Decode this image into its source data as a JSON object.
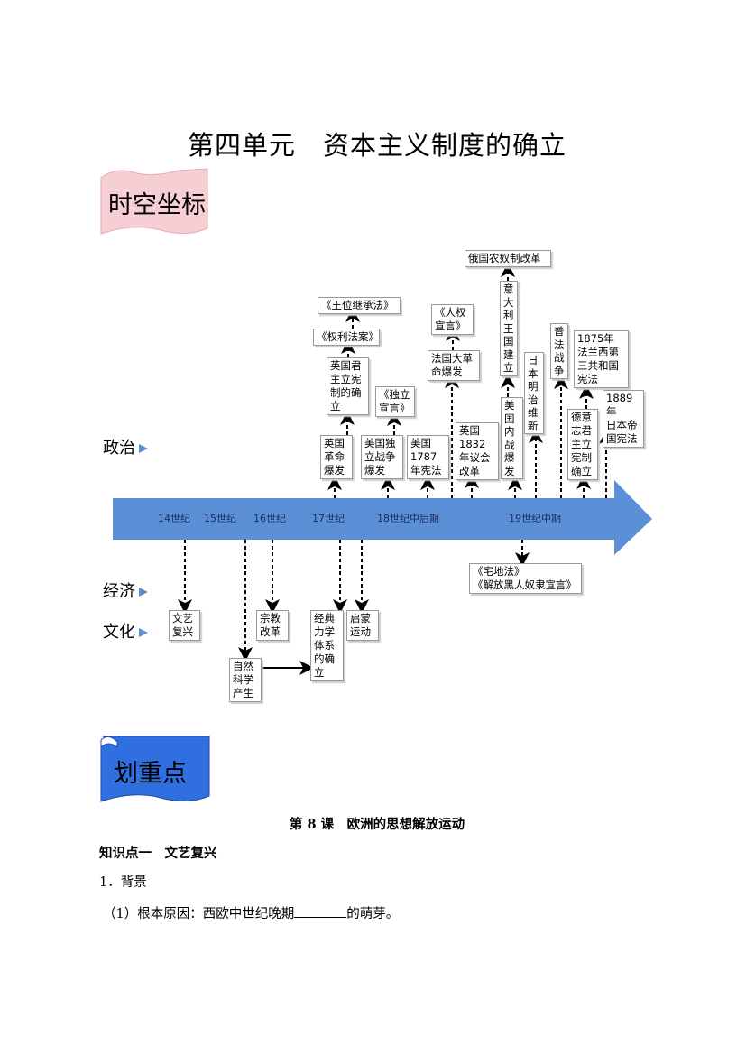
{
  "title": "第四单元　资本主义制度的确立",
  "banner1": "时空坐标",
  "banner2": "划重点",
  "diagram": {
    "side_labels": {
      "politics": "政治",
      "economy": "经济",
      "culture": "文化"
    },
    "timeline": [
      "14世纪",
      "15世纪",
      "16世纪",
      "17世纪",
      "18世纪中后期",
      "19世纪中期"
    ],
    "politics": {
      "succession": "《王位继承法》",
      "bill_of_rights": "《权利法案》",
      "uk_constitutional": "英国君\n主立宪\n制的确\n立",
      "uk_revolution": "英国\n革命\n爆发",
      "declaration_independence": "《独立\n宣言》",
      "us_independence_war": "美国独\n立战争\n爆发",
      "us_1787": "美国\n1787\n年宪法",
      "rights_of_man": "《人权\n宣言》",
      "french_revolution": "法国大革\n命爆发",
      "uk_1832": "英国\n1832\n年议会\n改革",
      "russia_serfdom": "俄国农奴制改革",
      "italy": "意\n大\n利\n王\n国\n建\n立",
      "us_civil_war": "美\n国\n内\n战\n爆\n发",
      "meiji": "日\n本\n明\n治\n维\n新",
      "franco_prussian": "普\n法\n战\n争",
      "france_1875": "1875年\n法兰西第\n三共和国\n宪法",
      "germany": "德意\n志君\n主立\n宪制\n确立",
      "japan_1889": "1889年\n日本帝\n国宪法"
    },
    "economy": {
      "homestead": "《宅地法》\n《解放黑人奴隶宣言》"
    },
    "culture": {
      "renaissance": "文艺\n复兴",
      "reformation": "宗教\n改革",
      "natural_science": "自然\n科学\n产生",
      "mechanics": "经典\n力学\n体系\n的确\n立",
      "enlightenment": "启蒙\n运动"
    }
  },
  "lesson_title": "第 8 课　欧洲的思想解放运动",
  "point1": "知识点一　文艺复兴",
  "item1": "1．背景",
  "item1_1_a": "（1）根本原因：西欧中世纪晚期",
  "item1_1_b": "的萌芽。"
}
